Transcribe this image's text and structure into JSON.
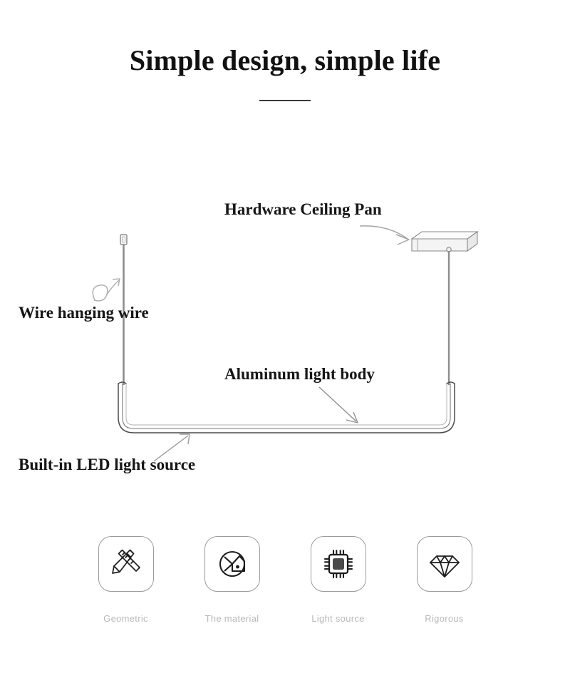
{
  "header": {
    "title": "Simple design, simple life",
    "divider": "horizontal-rule"
  },
  "diagram": {
    "product": "minimalist U-shaped linear pendant lamp",
    "callouts": [
      {
        "id": "hardware-ceiling-pan",
        "label": "Hardware Ceiling Pan",
        "arrow": "curved-arrow-right-down",
        "points_to": "ceiling canopy plate"
      },
      {
        "id": "wire-hanging-wire",
        "label": "Wire hanging wire",
        "arrow": "curled-loop-arrow-up-right",
        "points_to": "left suspension wire"
      },
      {
        "id": "aluminum-light-body",
        "label": "Aluminum light body",
        "arrow": "straight-arrow-down-right",
        "points_to": "horizontal aluminum tube"
      },
      {
        "id": "built-in-led-light-source",
        "label": "Built-in LED light source",
        "arrow": "straight-arrow-up-right",
        "points_to": "underside of lamp bar"
      }
    ],
    "colors": {
      "body_stroke": "#4a4a4a",
      "body_fill": "#f2f2f2",
      "wire": "#8d8d8d",
      "canopy_fill": "#f4f4f4",
      "arrow": "#9a9a9a"
    }
  },
  "features": [
    {
      "icon": "pencil-ruler-icon",
      "label": "Geometric"
    },
    {
      "icon": "material-swatch-icon",
      "label": "The material"
    },
    {
      "icon": "cpu-chip-icon",
      "label": "Light source"
    },
    {
      "icon": "diamond-icon",
      "label": "Rigorous"
    }
  ],
  "theme": {
    "background": "#ffffff",
    "title_color": "#111111",
    "divider_color": "#3a3a3a",
    "feature_label_color": "#b9b9b9",
    "feature_border_color": "#9b9b9b"
  }
}
